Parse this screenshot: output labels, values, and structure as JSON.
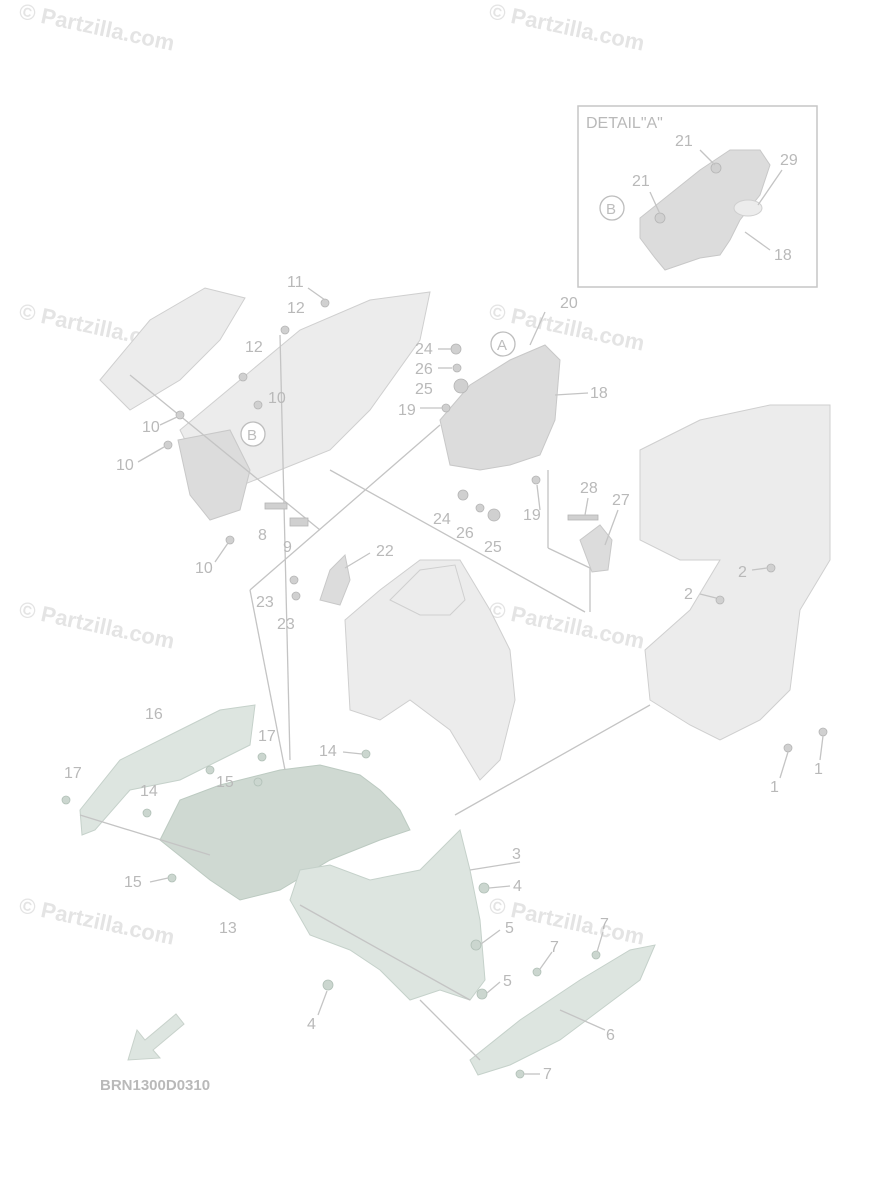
{
  "watermarks": [
    {
      "text": "© Partzilla.com"
    },
    {
      "text": "© Partzilla.com"
    },
    {
      "text": "© Partzilla.com"
    },
    {
      "text": "© Partzilla.com"
    },
    {
      "text": "© Partzilla.com"
    },
    {
      "text": "© Partzilla.com"
    },
    {
      "text": "© Partzilla.com"
    },
    {
      "text": "© Partzilla.com"
    }
  ],
  "detail": {
    "title": "DETAIL\"A\"",
    "labels": [
      "21",
      "21",
      "29",
      "18"
    ],
    "ref": "B"
  },
  "refs": {
    "a": "A",
    "b": "B"
  },
  "callouts": [
    "11",
    "12",
    "12",
    "20",
    "24",
    "26",
    "25",
    "18",
    "19",
    "10",
    "10",
    "10",
    "10",
    "8",
    "9",
    "24",
    "26",
    "25",
    "19",
    "28",
    "27",
    "22",
    "23",
    "23",
    "2",
    "2",
    "16",
    "17",
    "17",
    "15",
    "14",
    "14",
    "15",
    "13",
    "3",
    "4",
    "5",
    "5",
    "4",
    "7",
    "7",
    "6",
    "7",
    "1",
    "1"
  ],
  "diagram_code": "BRN1300D0310",
  "colors": {
    "part": "#ececec",
    "cowl_green": "#dde5e0",
    "line": "#c4c4c4",
    "label": "#b9b9b9",
    "watermark": "#e4e4e4"
  },
  "icons": [
    "front-direction-arrow-icon"
  ]
}
